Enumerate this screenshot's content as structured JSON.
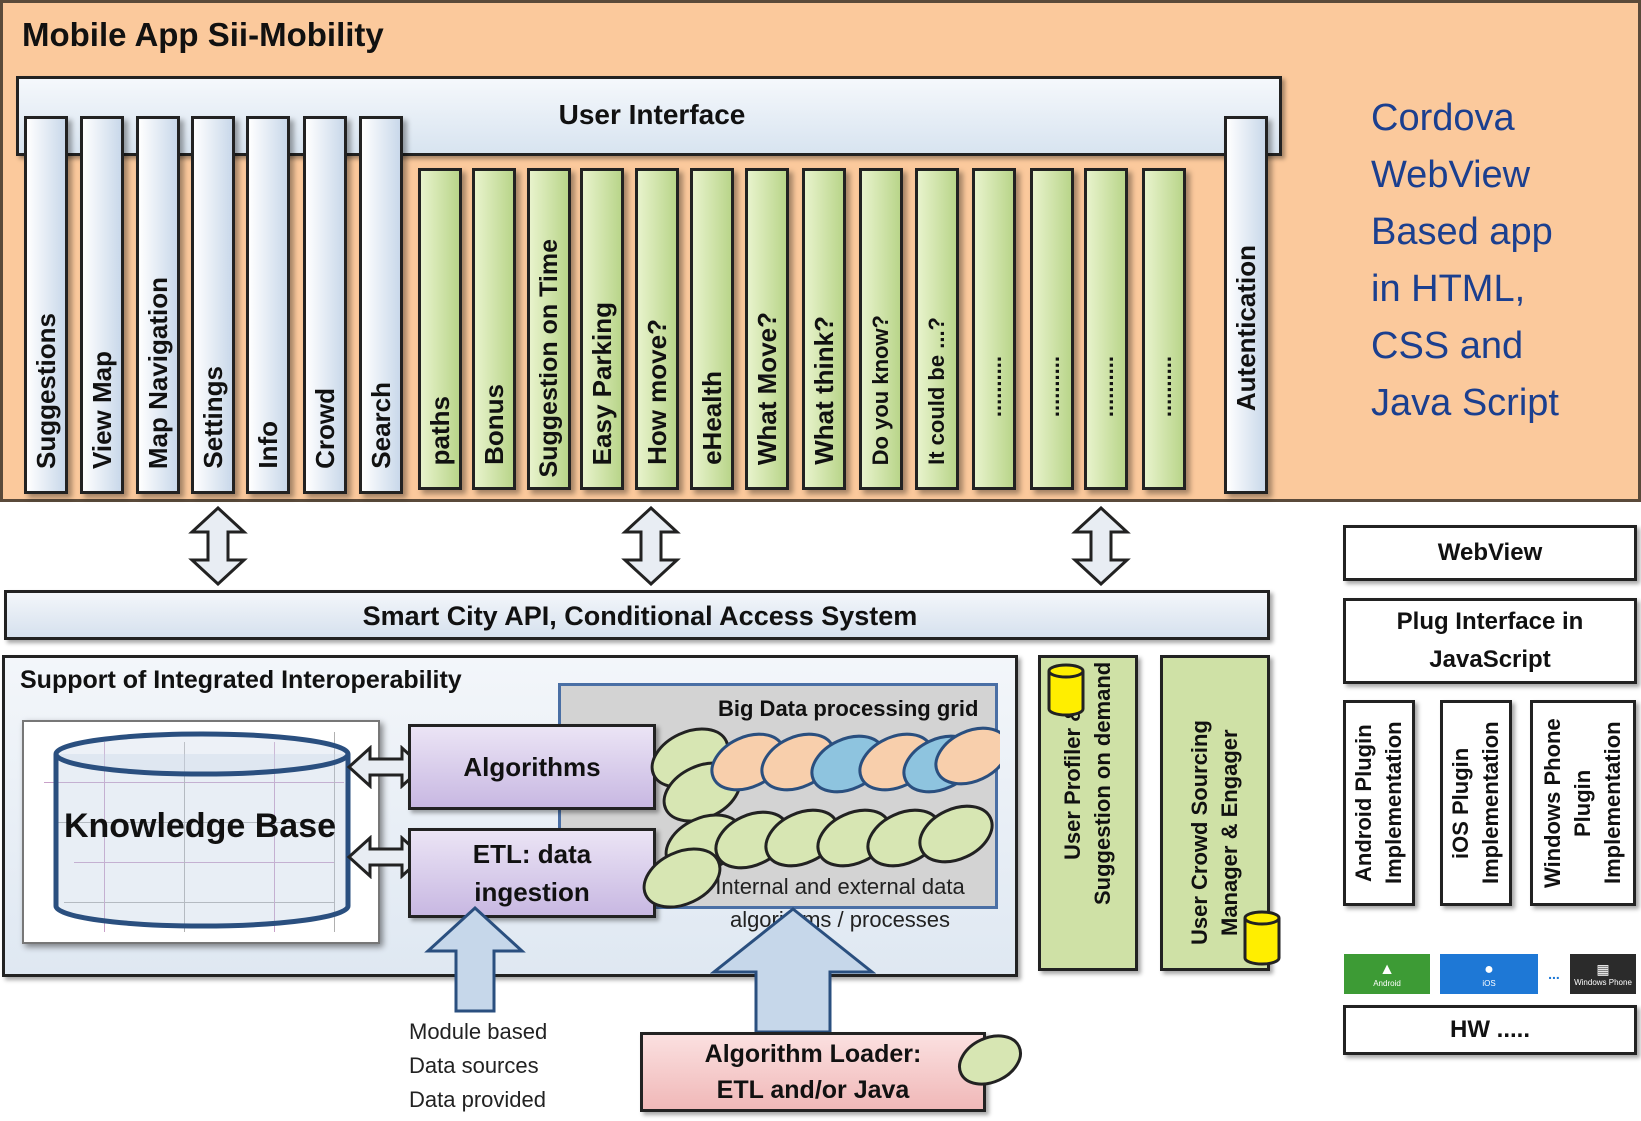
{
  "mobile_app": {
    "title": "Mobile App Sii-Mobility",
    "user_interface": "User Interface",
    "blue_modules": [
      "Suggestions",
      "View Map",
      "Map Navigation",
      "Settings",
      "Info",
      "Crowd",
      "Search"
    ],
    "green_modules": [
      "paths",
      "Bonus",
      "Suggestion on Time",
      "Easy Parking",
      "How move?",
      "eHealth",
      "What Move?",
      "What think?",
      "Do you know?",
      "It could be ...?",
      "..........",
      "..........",
      "..........",
      ".........."
    ],
    "auth_module": "Autentication",
    "cordova_text": "Cordova\nWebView\nBased app\nin HTML,\nCSS and\nJava Script"
  },
  "api_bar": "Smart City API, Conditional Access System",
  "support": {
    "title": "Support of  Integrated Interoperability",
    "knowledge_base": "Knowledge Base",
    "algorithms": "Algorithms",
    "etl": "ETL: data ingestion",
    "big_data": "Big Data processing grid",
    "internal_external": "Internal and external data algorithms / processes"
  },
  "user_profiler": "User Profiler & Suggestion on demand",
  "user_crowd": "User Crowd Sourcing Manager & Engager",
  "platform": {
    "webview": "WebView",
    "plug_interface": "Plug Interface in JavaScript",
    "android_plugin": "Android Plugin Implementation",
    "ios_plugin": "iOS Plugin Implementation",
    "windows_plugin": "Windows Phone Plugin Implementation",
    "stores": [
      "Android",
      "iOS",
      "...",
      "Windows Phone"
    ],
    "hw": "HW ....."
  },
  "module_text": "Module based\nData sources\nData provided",
  "algorithm_loader": "Algorithm Loader: ETL and/or Java",
  "colors": {
    "mobile_bg": "#fbc99c",
    "green_module": "#cfe1a6",
    "blue_module": "#c9d8ea",
    "purple_box": "#c8b8e2",
    "loader_pink": "#f0b8b8",
    "cordova_text": "#1b3f8f",
    "android_green": "#3d9b35",
    "ios_blue": "#1e78d6"
  }
}
